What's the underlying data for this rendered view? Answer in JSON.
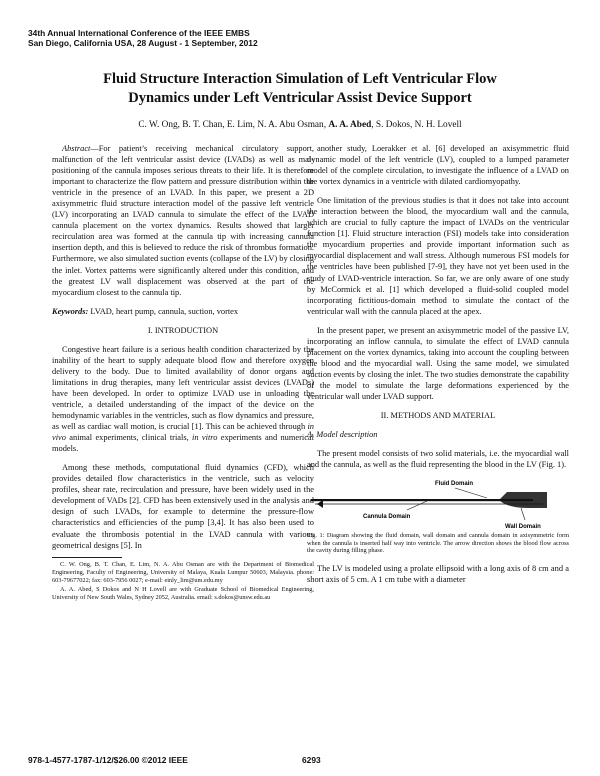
{
  "conference": {
    "line1": "34th Annual International Conference of the IEEE EMBS",
    "line2": "San Diego, California USA, 28 August - 1 September, 2012"
  },
  "title": {
    "line1": "Fluid Structure Interaction Simulation of Left Ventricular Flow",
    "line2": "Dynamics under Left Ventricular Assist Device Support"
  },
  "authors": {
    "part1": "C. W. Ong, B. T. Chan, E. Lim, N. A. Abu Osman, ",
    "bold": "A. A. Abed",
    "part2": ", S. Dokos, N. H. Lovell"
  },
  "abstract": {
    "label": "Abstract",
    "text": "—For patient’s receiving mechanical circulatory support, malfunction of the left ventricular assist device (LVADs) as well as mal-positioning of the cannula imposes serious threats to their life. It is therefore important to characterize the flow pattern and pressure distribution within the ventricle in the presence of an LVAD. In this paper, we present a 2D axisymmetric fluid structure interaction model of the passive left ventricle (LV) incorporating an LVAD cannula to simulate the effect of the LVAD cannula placement on the vortex dynamics. Results showed that larger recirculation area was formed at the cannula tip with increasing cannula insertion depth, and this is believed to reduce the risk of thrombus formation. Furthermore, we also simulated suction events (collapse of the LV) by closing the inlet. Vortex patterns were significantly altered under this condition, and the greatest LV wall displacement was observed at the part of the myocardium closest to the cannula tip."
  },
  "keywords": {
    "label": "Keywords:",
    "text": " LVAD, heart pump, cannula, suction, vortex"
  },
  "section1": {
    "title": "I. INTRODUCTION",
    "p1a": "Congestive heart failure is a serious health condition characterized by the inability of the heart to supply adequate blood flow and therefore oxygen delivery to the body. Due to limited availability of donor organs and limitations in drug therapies, many left ventricular assist devices (LVADs) have been developed. In order to optimize LVAD use in unloading the ventricle, a detailed understanding of the impact of the device on the hemodynamic variables in the ventricles, such as flow dynamics and pressure, as well as cardiac wall motion, is crucial [1]. This can be achieved through ",
    "invivo": "in vivo",
    "p1b": " animal experiments, clinical trials, ",
    "invitro": "in vitro",
    "p1c": " experiments and numerical models.",
    "p2": "Among these methods, computational fluid dynamics (CFD), which provides detailed flow characteristics in the ventricle, such as velocity profiles, shear rate, recirculation and pressure, have been widely used in the development of VADs [2]. CFD has been extensively used in the analysis and design of such LVADs, for example to determine the pressure-flow characteristics and efficiencies of the pump [3,4]. It has also been used to evaluate the thrombosis potential in the LVAD cannula with various geometrical designs [5]. In"
  },
  "footnotes": {
    "f1": "C. W. Ong, B. T. Chan, E. Lim, N. A. Abu Osman are with the Department of Biomedical Engineering, Faculty of Engineering, University of Malaya, Kuala Lumpur 50603, Malaysia. phone: 603-79677022; fax: 603-7956 0027; e-mail: einly_lim@um.edu.my",
    "f2": "A. A. Abed, S Dokos and N H Lovell are with Graduate School of Biomedical Engineering, University of New South Wales, Sydney 2052, Australia. email: s.dokos@unsw.edu.au"
  },
  "right": {
    "p1": "another study, Loerakker et al. [6] developed an axisymmetric fluid dynamic model of the left ventricle (LV), coupled to a lumped parameter model of the complete circulation, to investigate the influence of a LVAD on the vortex dynamics in a ventricle with dilated cardiomyopathy.",
    "p2": "One limitation of the previous studies is that it does not take into account the interaction between the blood, the myocardium wall and the cannula, which are crucial to fully capture the impact of LVADs on the ventricular function [1]. Fluid structure interaction (FSI) models take into consideration the myocardium properties and provide important information such as myocardial displacement and wall stress. Although numerous FSI models for the ventricles have been published [7-9], they have not yet been used in the study of LVAD-ventricle interaction. So far, we are only aware of one study by McCormick et al. [1] which developed a fluid-solid coupled model incorporating fictitious-domain method to simulate the contact of the ventricular wall with the cannula placed at the apex.",
    "p3": "In the present paper, we present an axisymmetric model of the passive LV, incorporating an inflow cannula, to simulate the effect of LVAD cannula placement on the vortex dynamics, taking into account the coupling between the blood and the myocardial wall. Using the same model, we simulated suction events by closing the inlet. The two studies demonstrate the capability of the model to simulate the large deformations experienced by the ventricular wall under LVAD support.",
    "section2": "II. METHODS AND MATERIAL",
    "subsec": "A. Model description",
    "p4": "The present model consists of two solid materials, i.e. the myocardial wall and the cannula, as well as the fluid representing the blood in the LV (Fig. 1).",
    "fig_fluid": "Fluid Domain",
    "fig_cannula": "Cannula Domain",
    "fig_wall": "Wall Domain",
    "caption": "Fig. 1: Diagram showing the fluid domain, wall domain and cannula domain in axisymmetric form when the cannula is inserted half way into ventricle. The arrow direction shows the blood flow across the cavity during filling phase.",
    "p5": "The LV is modeled using a prolate ellipsoid with a long axis of 8 cm and a short axis of 5 cm. A 1 cm tube with a diameter"
  },
  "footer": {
    "isbn": "978-1-4577-1787-1/12/$26.00 ©2012 IEEE",
    "page": "6293"
  }
}
